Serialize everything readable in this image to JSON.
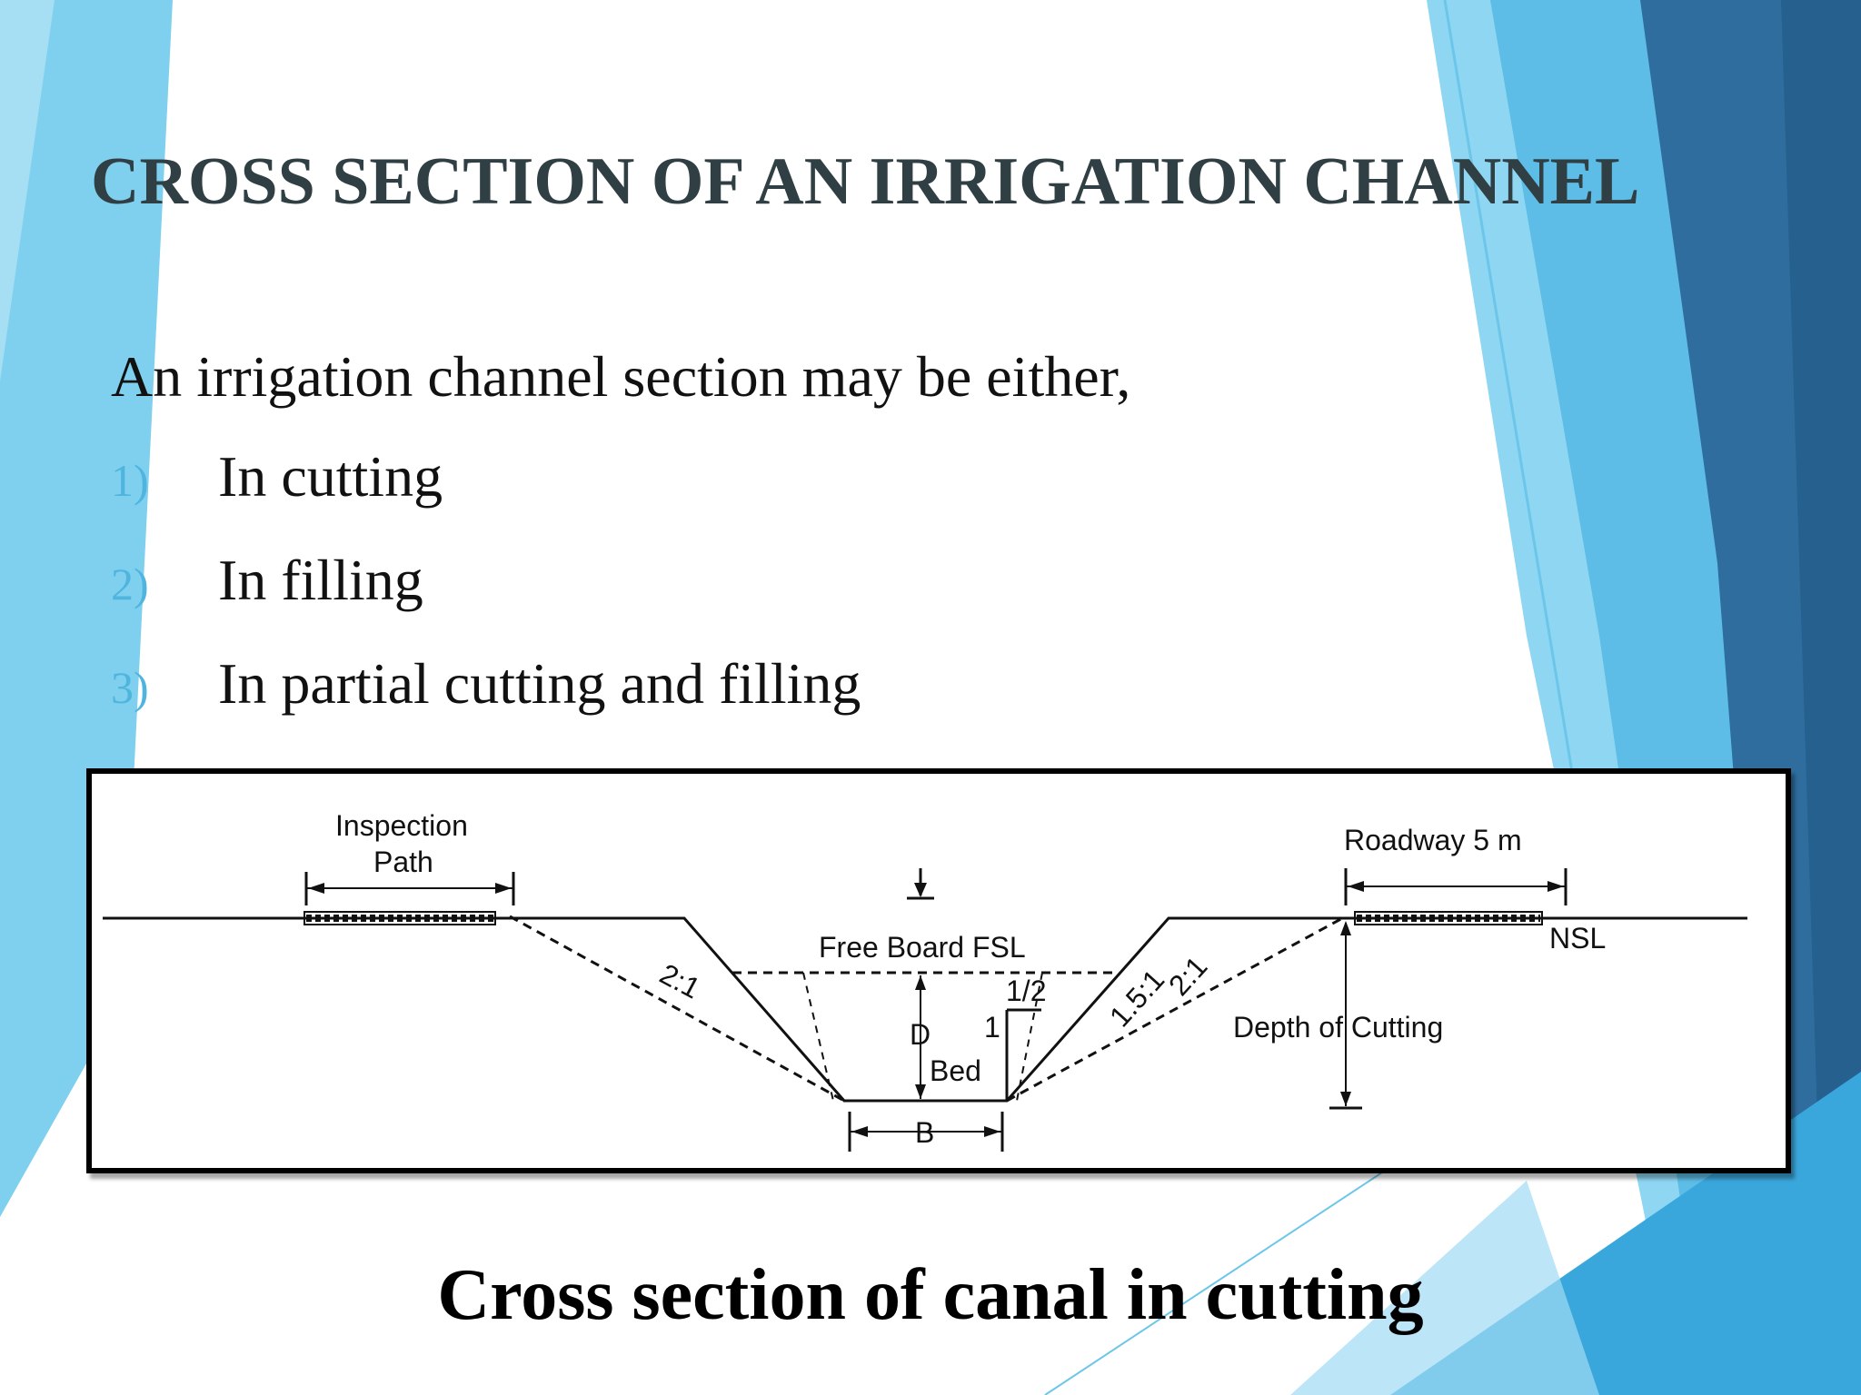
{
  "slide": {
    "title": "CROSS SECTION OF AN IRRIGATION CHANNEL",
    "intro": "An irrigation channel section may be either,",
    "items": [
      {
        "number": "1)",
        "text": "In cutting"
      },
      {
        "number": "2)",
        "text": "In filling"
      },
      {
        "number": "3)",
        "text": "In partial cutting and filling"
      }
    ],
    "caption": "Cross section of canal in cutting",
    "colors": {
      "title": "#2f3f44",
      "list_number": "#4fb5de",
      "accent_light": "#7fd0ef",
      "accent_dark": "#2e6d9e"
    }
  },
  "diagram": {
    "labels": {
      "inspection_path_line1": "Inspection",
      "inspection_path_line2": "Path",
      "roadway": "Roadway 5 m",
      "freeboard_fsl": "Free Board FSL",
      "nsl": "NSL",
      "depth_of_cutting": "Depth of Cutting",
      "slope_left": "2:1",
      "slope_right_1": "1.5:1",
      "slope_right_2": "2:1",
      "half_slope": "1/2",
      "one": "1",
      "d": "D",
      "bed": "Bed",
      "b": "B"
    }
  }
}
